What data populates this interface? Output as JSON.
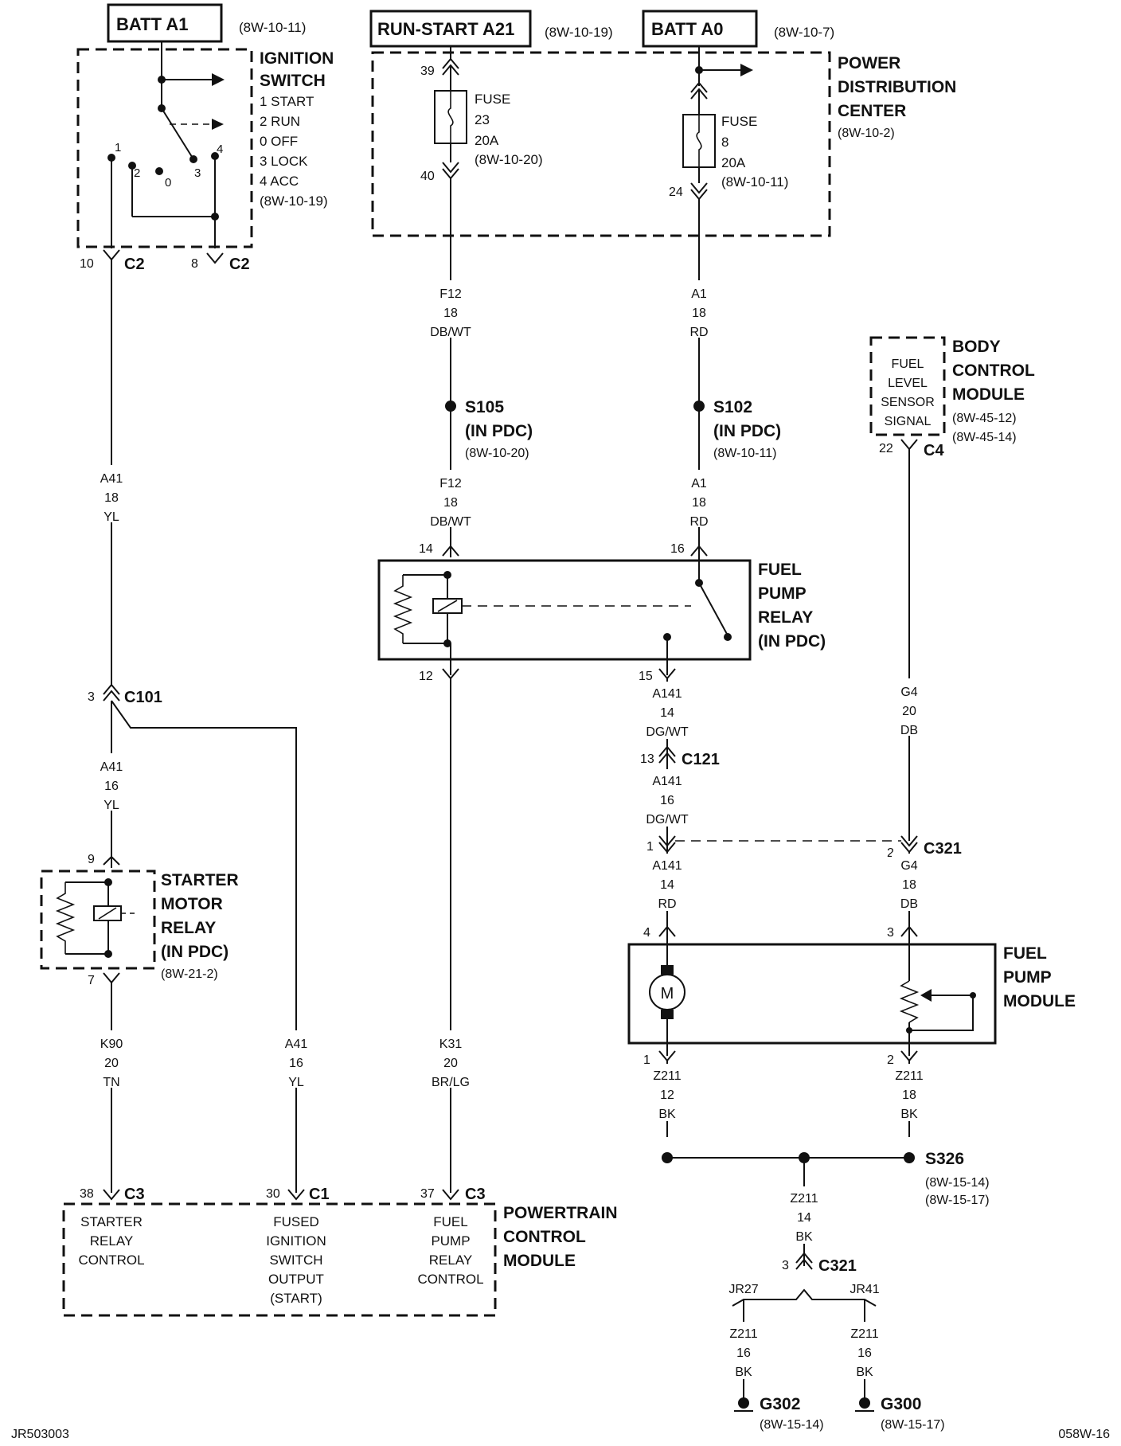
{
  "components": {
    "batt_a1": {
      "label": "BATT A1",
      "ref": "(8W-10-11)"
    },
    "run_start_a21": {
      "label": "RUN-START A21",
      "ref": "(8W-10-19)"
    },
    "batt_a0": {
      "label": "BATT A0",
      "ref": "(8W-10-7)"
    },
    "ignition_switch": {
      "title1": "IGNITION",
      "title2": "SWITCH",
      "positions": [
        "1 START",
        "2 RUN",
        "0 OFF",
        "3 LOCK",
        "4 ACC"
      ],
      "ref": "(8W-10-19)",
      "pins": {
        "p1": "1",
        "p2": "2",
        "p0": "0",
        "p3": "3",
        "p4": "4"
      }
    },
    "pdc": {
      "title1": "POWER",
      "title2": "DISTRIBUTION",
      "title3": "CENTER",
      "ref": "(8W-10-2)"
    },
    "fuse23": {
      "l1": "FUSE",
      "l2": "23",
      "l3": "20A",
      "ref": "(8W-10-20)",
      "pin_in": "39",
      "pin_out": "40"
    },
    "fuse8": {
      "l1": "FUSE",
      "l2": "8",
      "l3": "20A",
      "ref": "(8W-10-11)",
      "pin_out": "24"
    },
    "body_control_module": {
      "title1": "BODY",
      "title2": "CONTROL",
      "title3": "MODULE",
      "ref1": "(8W-45-12)",
      "ref2": "(8W-45-14)",
      "inner": [
        "FUEL",
        "LEVEL",
        "SENSOR",
        "SIGNAL"
      ]
    },
    "fuel_pump_relay": {
      "title1": "FUEL",
      "title2": "PUMP",
      "title3": "RELAY",
      "title4": "(IN PDC)",
      "pins": {
        "p14": "14",
        "p16": "16",
        "p12": "12",
        "p15": "15"
      }
    },
    "starter_motor_relay": {
      "title1": "STARTER",
      "title2": "MOTOR",
      "title3": "RELAY",
      "title4": "(IN PDC)",
      "ref": "(8W-21-2)",
      "pin_in": "9",
      "pin_out": "7"
    },
    "fuel_pump_module": {
      "title1": "FUEL",
      "title2": "PUMP",
      "title3": "MODULE",
      "motor": "M",
      "pin4": "4",
      "pin3": "3",
      "pin1": "1",
      "pin2": "2"
    },
    "pcm": {
      "title1": "POWERTRAIN",
      "title2": "CONTROL",
      "title3": "MODULE",
      "col1": [
        "STARTER",
        "RELAY",
        "CONTROL"
      ],
      "col2": [
        "FUSED",
        "IGNITION",
        "SWITCH",
        "OUTPUT",
        "(START)"
      ],
      "col3": [
        "FUEL",
        "PUMP",
        "RELAY",
        "CONTROL"
      ]
    }
  },
  "connectors": {
    "c2_left": {
      "pin": "10",
      "name": "C2"
    },
    "c2_right": {
      "pin": "8",
      "name": "C2"
    },
    "c4": {
      "pin": "22",
      "name": "C4"
    },
    "c101": {
      "pin": "3",
      "name": "C101"
    },
    "c121": {
      "pin": "13",
      "name": "C121"
    },
    "c321_1": {
      "pin": "1"
    },
    "c321_2": {
      "pin": "2",
      "name": "C321"
    },
    "c321_3": {
      "pin": "3",
      "name": "C321"
    },
    "pcm_c3a": {
      "pin": "38",
      "name": "C3"
    },
    "pcm_c1": {
      "pin": "30",
      "name": "C1"
    },
    "pcm_c3b": {
      "pin": "37",
      "name": "C3"
    }
  },
  "splices": {
    "s105": {
      "name": "S105",
      "note": "(IN PDC)",
      "ref": "(8W-10-20)"
    },
    "s102": {
      "name": "S102",
      "note": "(IN PDC)",
      "ref": "(8W-10-11)"
    },
    "s326": {
      "name": "S326",
      "ref1": "(8W-15-14)",
      "ref2": "(8W-15-17)"
    }
  },
  "grounds": {
    "g302": {
      "name": "G302",
      "ref": "(8W-15-14)"
    },
    "g300": {
      "name": "G300",
      "ref": "(8W-15-17)"
    },
    "jr27": "JR27",
    "jr41": "JR41"
  },
  "wires": {
    "f12_a": [
      "F12",
      "18",
      "DB/WT"
    ],
    "f12_b": [
      "F12",
      "18",
      "DB/WT"
    ],
    "a1_a": [
      "A1",
      "18",
      "RD"
    ],
    "a1_b": [
      "A1",
      "18",
      "RD"
    ],
    "a41_a": [
      "A41",
      "18",
      "YL"
    ],
    "a41_b": [
      "A41",
      "16",
      "YL"
    ],
    "a41_c": [
      "A41",
      "16",
      "YL"
    ],
    "k90": [
      "K90",
      "20",
      "TN"
    ],
    "k31": [
      "K31",
      "20",
      "BR/LG"
    ],
    "a141_a": [
      "A141",
      "14",
      "DG/WT"
    ],
    "a141_b": [
      "A141",
      "16",
      "DG/WT"
    ],
    "a141_c": [
      "A141",
      "14",
      "RD"
    ],
    "g4_a": [
      "G4",
      "20",
      "DB"
    ],
    "g4_b": [
      "G4",
      "18",
      "DB"
    ],
    "z211_a": [
      "Z211",
      "12",
      "BK"
    ],
    "z211_b": [
      "Z211",
      "18",
      "BK"
    ],
    "z211_c": [
      "Z211",
      "14",
      "BK"
    ],
    "z211_d": [
      "Z211",
      "16",
      "BK"
    ],
    "z211_e": [
      "Z211",
      "16",
      "BK"
    ]
  },
  "footer": {
    "left": "JR503003",
    "right": "058W-16"
  }
}
